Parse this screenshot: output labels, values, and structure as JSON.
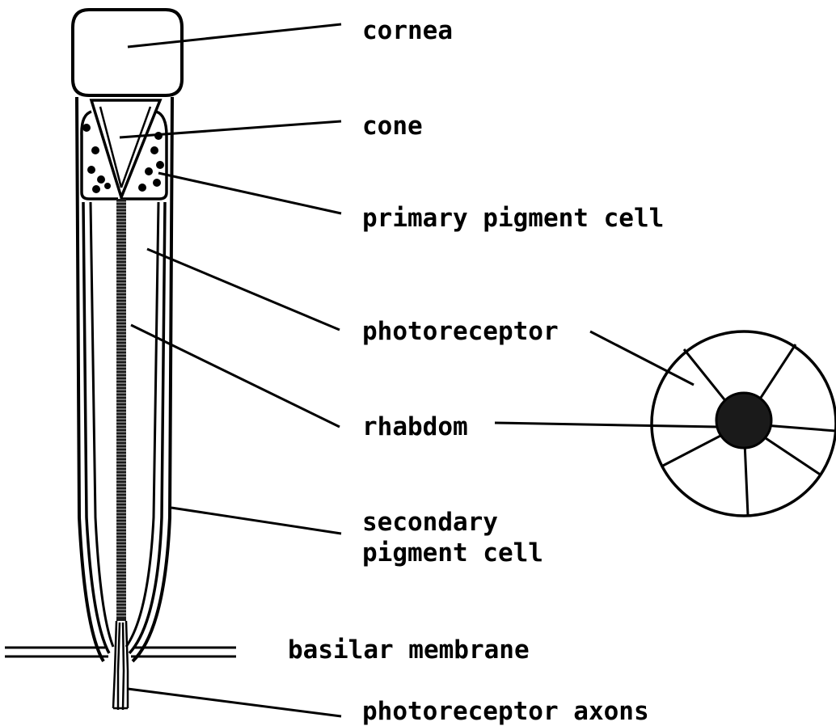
{
  "labels": {
    "cornea": "cornea",
    "cone": "cone",
    "primary_pigment_cell": "primary pigment cell",
    "photoreceptor": "photoreceptor",
    "rhabdom": "rhabdom",
    "secondary_pigment_cell_line1": "secondary",
    "secondary_pigment_cell_line2": "pigment cell",
    "basilar_membrane": "basilar membrane",
    "photoreceptor_axons": "photoreceptor axons"
  },
  "colors": {
    "ink": "#000000",
    "background": "#ffffff",
    "rhabdom_fill": "#1a1a1a"
  }
}
